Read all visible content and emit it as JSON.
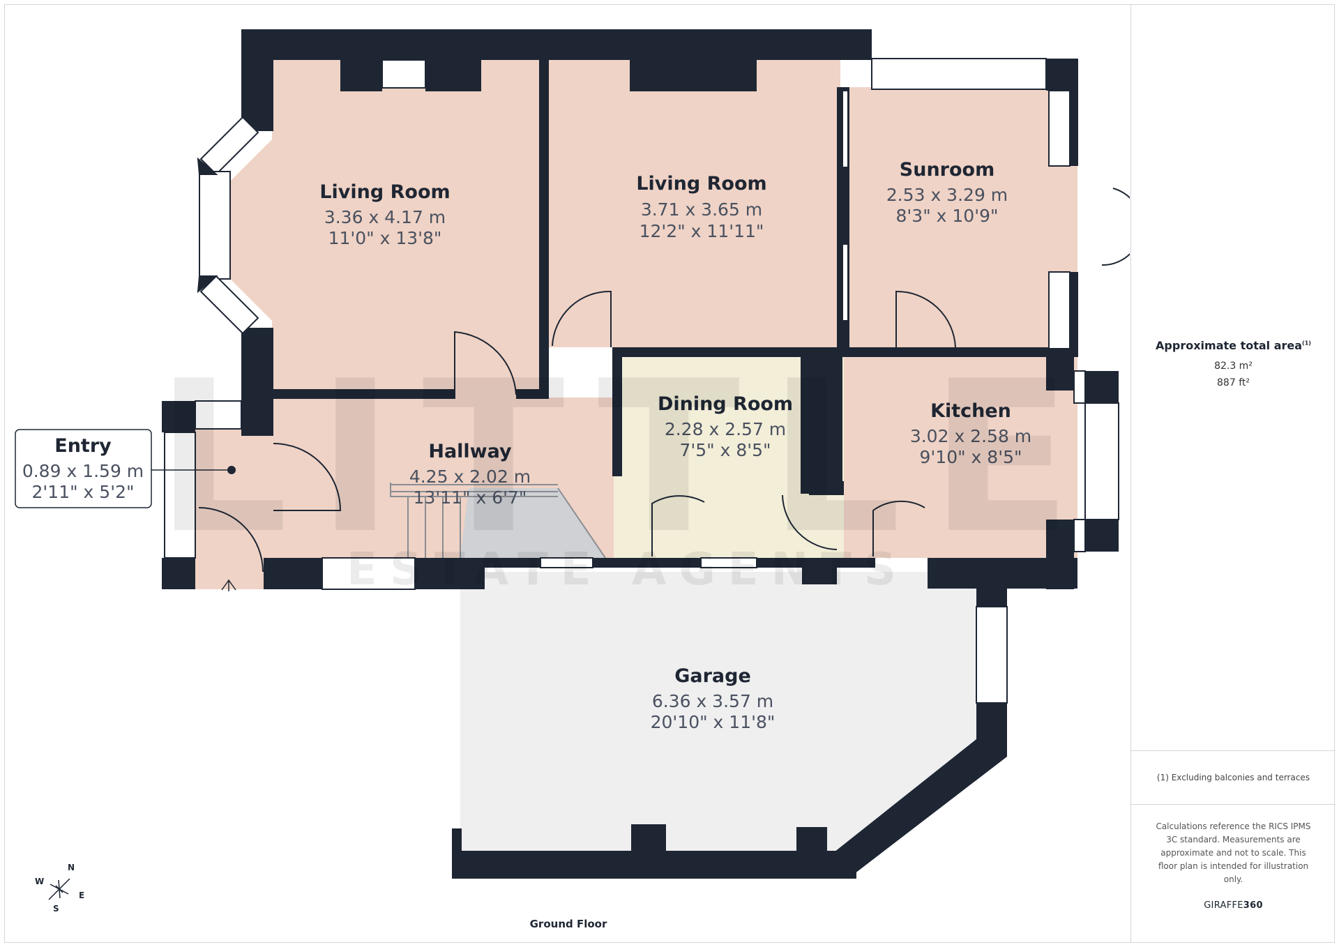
{
  "rooms": {
    "living_left": {
      "name": "Living Room",
      "metric": "3.36 x 4.17 m",
      "imperial": "11'0\" x 13'8\""
    },
    "living_center": {
      "name": "Living Room",
      "metric": "3.71 x 3.65 m",
      "imperial": "12'2\" x 11'11\""
    },
    "sunroom": {
      "name": "Sunroom",
      "metric": "2.53 x 3.29 m",
      "imperial": "8'3\" x 10'9\""
    },
    "entry": {
      "name": "Entry",
      "metric": "0.89 x 1.59 m",
      "imperial": "2'11\" x 5'2\""
    },
    "hallway": {
      "name": "Hallway",
      "metric": "4.25 x 2.02 m",
      "imperial": "13'11\" x 6'7\""
    },
    "dining": {
      "name": "Dining Room",
      "metric": "2.28 x 2.57 m",
      "imperial": "7'5\" x 8'5\""
    },
    "kitchen": {
      "name": "Kitchen",
      "metric": "3.02 x 2.58 m",
      "imperial": "9'10\" x 8'5\""
    },
    "garage": {
      "name": "Garage",
      "metric": "6.36 x 3.57 m",
      "imperial": "20'10\" x 11'8\""
    }
  },
  "watermark": {
    "line1": "LITTLE",
    "line2": "ESTATE AGENTS"
  },
  "floor_label": "Ground Floor",
  "compass": {
    "n": "N",
    "s": "S",
    "e": "E",
    "w": "W"
  },
  "sidebar": {
    "area_label": "Approximate total area",
    "area_footnote_mark": "(1)",
    "area_m2": "82.3 m²",
    "area_ft2": "887 ft²",
    "footnote": "(1) Excluding balconies and terraces",
    "disclaimer": "Calculations reference the RICS IPMS 3C standard. Measurements are approximate and not to scale. This floor plan is intended for illustration only.",
    "brand_light": "GIRAFFE",
    "brand_bold": "360"
  },
  "colors": {
    "wall": "#1e2634",
    "room_pink": "#efd3c6",
    "room_cream": "#f3eed8",
    "garage": "#efeff0",
    "stair": "#cfd1d4"
  }
}
